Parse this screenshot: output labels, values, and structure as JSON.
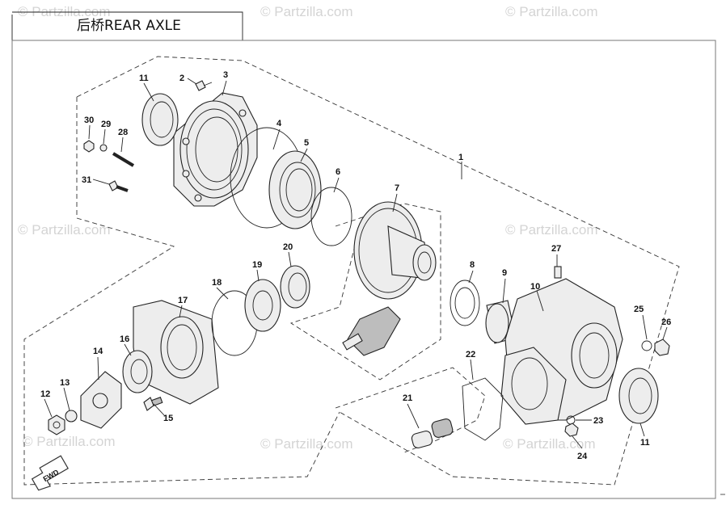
{
  "title": "后桥REAR AXLE",
  "fwd_label": "FWD",
  "watermark": "© Partzilla.com",
  "callouts": {
    "p1": "1",
    "p2": "2",
    "p3": "3",
    "p4": "4",
    "p5": "5",
    "p6": "6",
    "p7": "7",
    "p8": "8",
    "p9": "9",
    "p10": "10",
    "p11a": "11",
    "p11b": "11",
    "p12": "12",
    "p13": "13",
    "p14": "14",
    "p15": "15",
    "p16": "16",
    "p17": "17",
    "p18": "18",
    "p19": "19",
    "p20": "20",
    "p21": "21",
    "p22": "22",
    "p23": "23",
    "p24": "24",
    "p25": "25",
    "p26": "26",
    "p27": "27",
    "p28": "28",
    "p29": "29",
    "p30": "30",
    "p31": "31"
  }
}
